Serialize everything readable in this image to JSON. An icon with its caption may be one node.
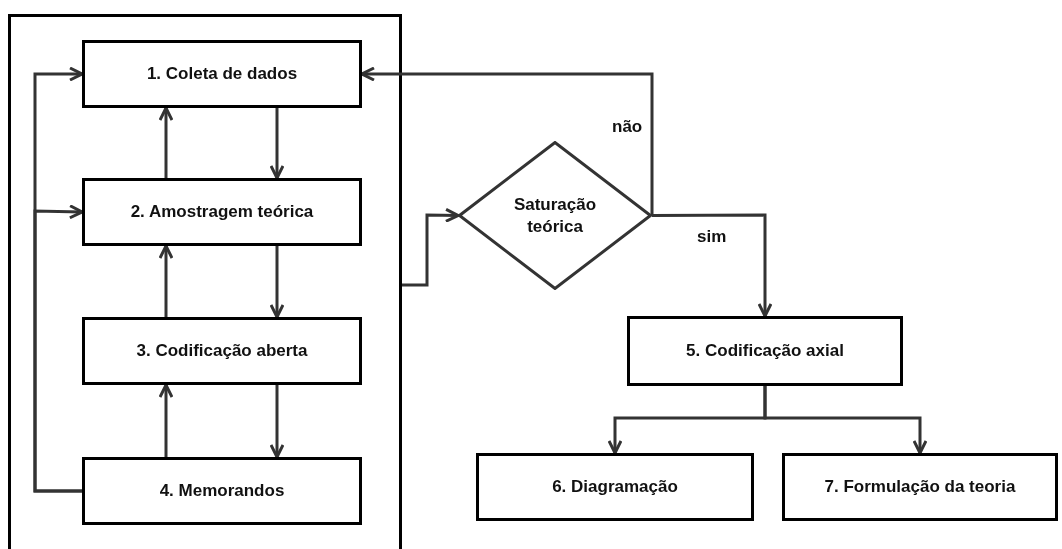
{
  "diagram": {
    "nodes": [
      {
        "text": [],
        "shape": "box"
      },
      {
        "text": [
          "1. Coleta de dados"
        ],
        "in": 0
      },
      {
        "text": [
          "2. Amostragem teórica"
        ],
        "in": 0
      },
      {
        "text": [
          "3. Codificação aberta"
        ],
        "in": 0
      },
      {
        "text": [
          "4. Memorandos"
        ],
        "in": 0
      },
      {
        "text": [
          "Saturação teórica"
        ]
      },
      {
        "text": [
          "5. Codificação axial"
        ]
      },
      {
        "text": [
          "6. Diagramação"
        ]
      },
      {
        "text": [
          "7. Formulação da teoria"
        ]
      }
    ],
    "edges": [
      {
        "from": 2,
        "to": 1,
        "arrow": "to"
      },
      {
        "from": 1,
        "to": 2,
        "arrow": "to"
      },
      {
        "from": 3,
        "to": 2,
        "arrow": "to"
      },
      {
        "from": 2,
        "to": 3,
        "arrow": "to"
      },
      {
        "from": 4,
        "to": 3,
        "arrow": "to"
      },
      {
        "from": 3,
        "to": 4,
        "arrow": "to"
      },
      {
        "from": 4,
        "to": 1,
        "arrow": "to"
      },
      {
        "from": 4,
        "to": 2,
        "arrow": "to"
      },
      {
        "from": 0,
        "to": 5,
        "arrow": "to"
      },
      {
        "from": 5,
        "to": 1,
        "arrow": "to",
        "label": "não"
      },
      {
        "from": 5,
        "to": 6,
        "arrow": "to",
        "label": "sim"
      },
      {
        "from": 6,
        "to": 7,
        "arrow": "to"
      },
      {
        "from": 6,
        "to": 8,
        "arrow": "to"
      }
    ]
  }
}
